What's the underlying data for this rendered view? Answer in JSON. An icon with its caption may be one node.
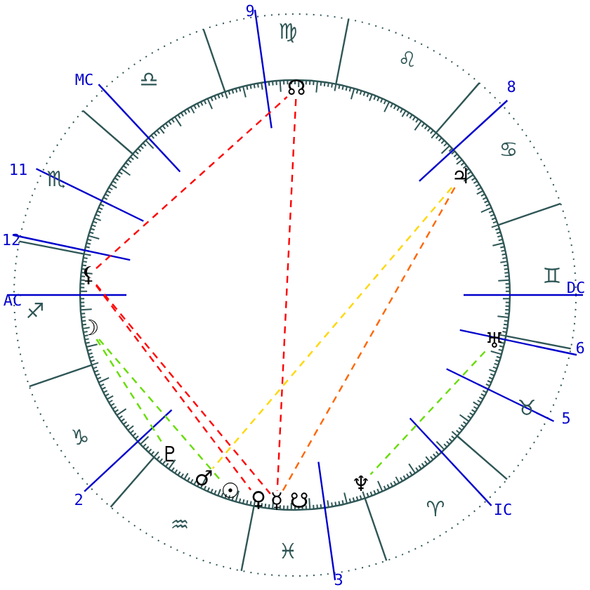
{
  "diagram": {
    "nodes": [
      {
        "text": [
          "☊"
        ]
      },
      {
        "text": [
          "♃"
        ]
      },
      {
        "text": [
          "⚸"
        ]
      },
      {
        "text": [
          "☽"
        ]
      },
      {
        "text": [
          "♅"
        ]
      },
      {
        "text": [
          "♇"
        ]
      },
      {
        "text": [
          "♂"
        ]
      },
      {
        "text": [
          "♆"
        ]
      },
      {
        "text": [
          "☉"
        ]
      },
      {
        "text": [
          "♀"
        ]
      },
      {
        "text": [
          "☿"
        ]
      },
      {
        "text": [
          "☋"
        ]
      }
    ],
    "edges": [
      {
        "from": 0,
        "to": 10,
        "arrow": "none",
        "style": "dashed"
      },
      {
        "from": 2,
        "to": 0,
        "arrow": "none",
        "style": "dashed"
      },
      {
        "from": 2,
        "to": 9,
        "arrow": "none",
        "style": "dashed"
      },
      {
        "from": 2,
        "to": 10,
        "arrow": "none",
        "style": "dashed"
      },
      {
        "from": 3,
        "to": 5,
        "arrow": "none",
        "style": "dashed",
        "color": "#66dd00"
      },
      {
        "from": 3,
        "to": 8,
        "arrow": "none",
        "style": "dashed",
        "color": "#66dd00"
      },
      {
        "from": 1,
        "to": 6,
        "arrow": "none",
        "style": "dashed",
        "color": "#ffd700"
      },
      {
        "from": 1,
        "to": 10,
        "arrow": "none",
        "style": "dashed",
        "color": "#ff6600"
      },
      {
        "from": 4,
        "to": 7,
        "arrow": "none",
        "style": "dashed",
        "color": "#66dd00"
      }
    ],
    "labels": [
      "9",
      "♍",
      "MC",
      "♎",
      "♌",
      "8",
      "11",
      "♏",
      "♋",
      "12",
      "AC",
      "♐",
      "DC",
      "♊",
      "6",
      "♉",
      "5",
      "♑",
      "2",
      "IC",
      "♈",
      "♒",
      "♓",
      "3"
    ]
  }
}
